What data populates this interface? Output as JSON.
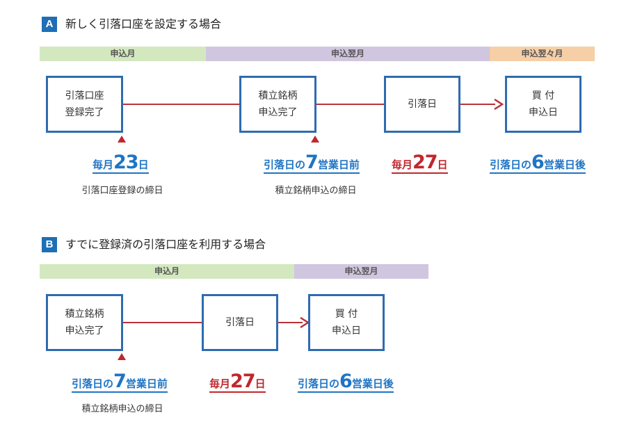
{
  "colors": {
    "accent_blue": "#1e6fb5",
    "box_border": "#2e6bb0",
    "connector_red": "#b8323a",
    "deadline_red": "#c0272d",
    "band_green": "#d3e8bf",
    "band_purple": "#d1c6df",
    "band_orange": "#f6cfa6"
  },
  "sectionA": {
    "badge": "A",
    "title": "新しく引落口座を設定する場合",
    "bands": [
      "申込月",
      "申込翌月",
      "申込翌々月"
    ],
    "boxes": [
      {
        "lines": [
          "引落口座",
          "登録完了"
        ]
      },
      {
        "lines": [
          "積立銘柄",
          "申込完了"
        ]
      },
      {
        "lines": [
          "引落日"
        ]
      },
      {
        "lines": [
          "買 付",
          "申込日"
        ]
      }
    ],
    "deadlines": [
      {
        "pre": "毎月",
        "num": "23",
        "post": "日",
        "note": "引落口座登録の締日"
      },
      {
        "pre": "引落日の",
        "num": "7",
        "post": "営業日前",
        "note": "積立銘柄申込の締日"
      },
      {
        "pre": "毎月",
        "num": "27",
        "post": "日",
        "note": ""
      },
      {
        "pre": "引落日の",
        "num": "6",
        "post": "営業日後",
        "note": ""
      }
    ]
  },
  "sectionB": {
    "badge": "B",
    "title": "すでに登録済の引落口座を利用する場合",
    "bands": [
      "申込月",
      "申込翌月"
    ],
    "boxes": [
      {
        "lines": [
          "積立銘柄",
          "申込完了"
        ]
      },
      {
        "lines": [
          "引落日"
        ]
      },
      {
        "lines": [
          "買 付",
          "申込日"
        ]
      }
    ],
    "deadlines": [
      {
        "pre": "引落日の",
        "num": "7",
        "post": "営業日前",
        "note": "積立銘柄申込の締日"
      },
      {
        "pre": "毎月",
        "num": "27",
        "post": "日",
        "note": ""
      },
      {
        "pre": "引落日の",
        "num": "6",
        "post": "営業日後",
        "note": ""
      }
    ]
  }
}
